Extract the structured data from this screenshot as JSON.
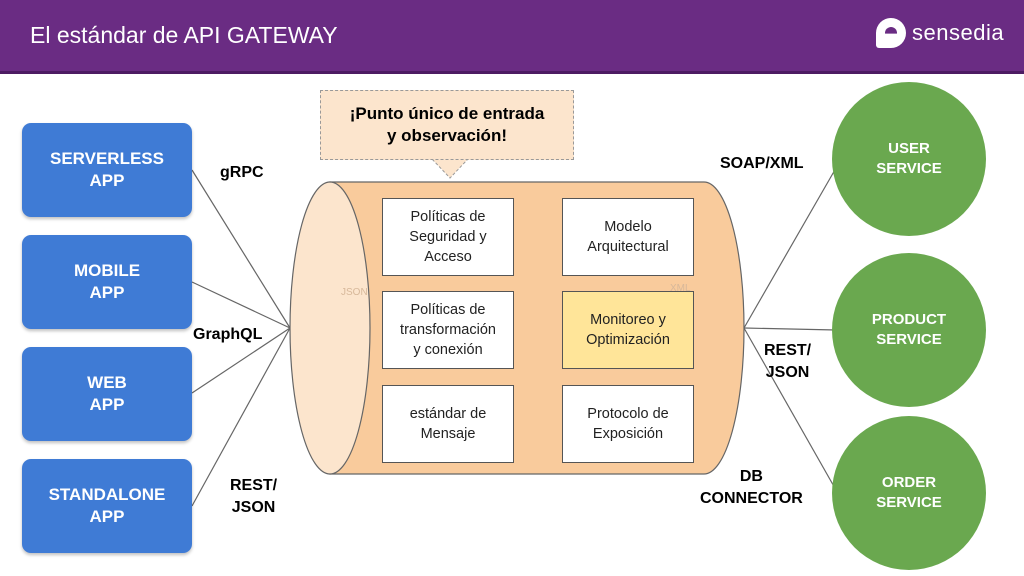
{
  "header": {
    "title": "El estándar de API GATEWAY",
    "logo_text": "sensedia"
  },
  "clients": [
    {
      "label": "SERVERLESS\nAPP"
    },
    {
      "label": "MOBILE\nAPP"
    },
    {
      "label": "WEB\nAPP"
    },
    {
      "label": "STANDALONE\nAPP"
    }
  ],
  "left_protocols": {
    "grpc": "gRPC",
    "graphql": "GraphQL",
    "rest": "REST/\nJSON"
  },
  "callout": {
    "text": "¡Punto único de entrada\ny observación!"
  },
  "gateway": {
    "watermark_left": "JSON",
    "watermark_right": "XML",
    "boxes": [
      {
        "label": "Políticas de\nSeguridad y\nAcceso"
      },
      {
        "label": "Modelo\nArquitectural"
      },
      {
        "label": "Políticas de\ntransformación\ny conexión"
      },
      {
        "label": "Monitoreo y\nOptimización"
      },
      {
        "label": "estándar de\nMensaje"
      },
      {
        "label": "Protocolo de\nExposición"
      }
    ]
  },
  "right_protocols": {
    "soap": "SOAP/XML",
    "rest": "REST/\nJSON",
    "db": "DB\nCONNECTOR"
  },
  "services": [
    {
      "label": "USER\nSERVICE"
    },
    {
      "label": "PRODUCT\nSERVICE"
    },
    {
      "label": "ORDER\nSERVICE"
    }
  ],
  "colors": {
    "header": "#6a2c83",
    "client": "#3f7bd5",
    "service": "#6aa84f",
    "gateway": "#f9cb9c",
    "highlight": "#ffe599"
  }
}
